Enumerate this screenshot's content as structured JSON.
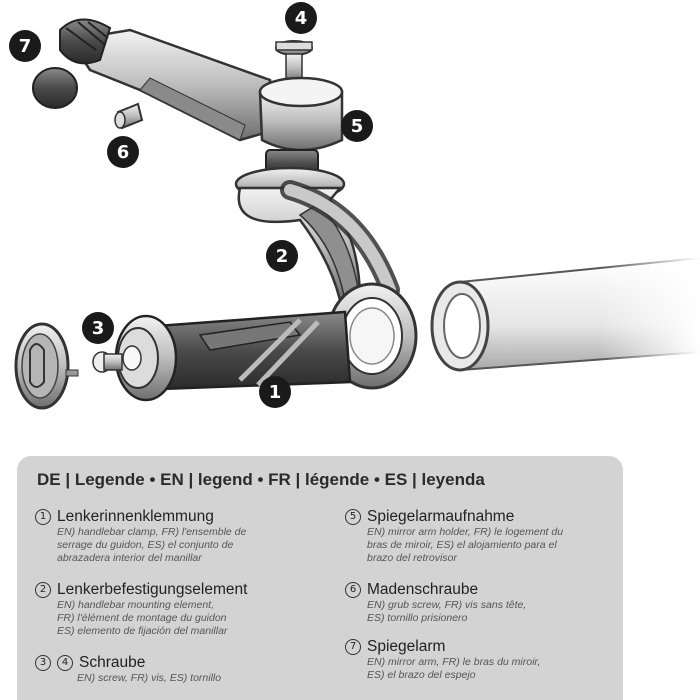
{
  "callouts": [
    "7",
    "4",
    "6",
    "5",
    "2",
    "3",
    "1"
  ],
  "legend": {
    "title": "DE | Legende  •  EN | legend  •  FR | légende  •  ES | leyenda",
    "items": [
      {
        "num": "1",
        "title": "Lenkerinnenklemmung",
        "desc": [
          "EN) handlebar clamp, FR) l'ensemble de",
          "serrage du guidon, ES) el conjunto de",
          "abrazadera interior del manillar"
        ]
      },
      {
        "num": "2",
        "title": "Lenkerbefestigungselement",
        "desc": [
          "EN) handlebar mounting element,",
          "FR) l'élément de montage du guidon",
          "ES) elemento de fijación del manillar"
        ]
      },
      {
        "num": "3",
        "num2": "4",
        "title": "Schraube",
        "desc": [
          "EN) screw, FR) vis, ES) tornillo"
        ]
      },
      {
        "num": "5",
        "title": "Spiegelarmaufnahme",
        "desc": [
          "EN) mirror arm holder, FR) le logement du",
          "bras de miroir, ES) el alojamiento para el",
          "brazo del retrovisor"
        ]
      },
      {
        "num": "6",
        "title": "Madenschraube",
        "desc": [
          "EN) grub screw, FR) vis sans tête,",
          "ES) tornillo prisionero"
        ]
      },
      {
        "num": "7",
        "title": "Spiegelarm",
        "desc": [
          "EN) mirror arm, FR) le bras du miroir,",
          "ES) el brazo del espejo"
        ]
      }
    ]
  }
}
